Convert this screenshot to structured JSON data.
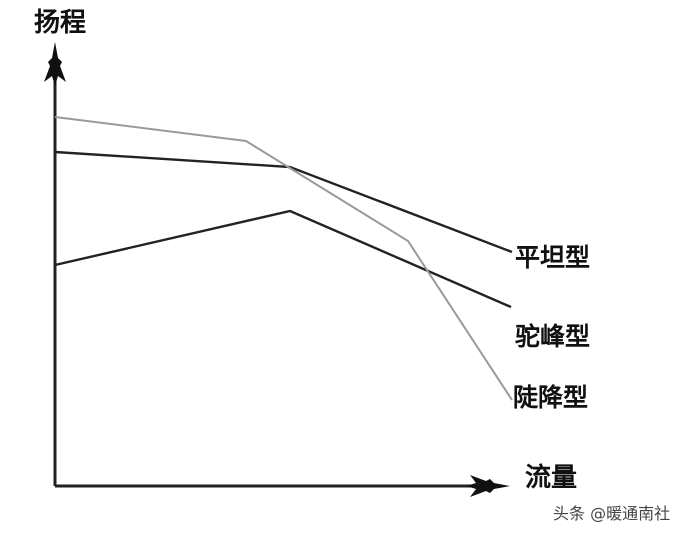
{
  "diagram": {
    "y_axis_label": "扬程",
    "x_axis_label": "流量",
    "watermark": "头条 @暖通南社",
    "curves": [
      {
        "name": "平坦型",
        "color": "#222222",
        "points": [
          [
            55,
            152
          ],
          [
            290,
            167
          ],
          [
            512,
            252
          ]
        ]
      },
      {
        "name": "驼峰型",
        "color": "#222222",
        "points": [
          [
            55,
            265
          ],
          [
            290,
            211
          ],
          [
            511,
            307
          ]
        ]
      },
      {
        "name": "陡降型",
        "color": "#9a9a9a",
        "points": [
          [
            55,
            117
          ],
          [
            246,
            141
          ],
          [
            408,
            241
          ],
          [
            512,
            400
          ]
        ]
      }
    ]
  },
  "chart_data": {
    "type": "line",
    "title": "",
    "xlabel": "流量",
    "ylabel": "扬程",
    "grid": false,
    "legend_position": "inline-right",
    "series": [
      {
        "name": "平坦型",
        "x": [
          0,
          0.51,
          1.0
        ],
        "y": [
          0.9,
          0.85,
          0.63
        ]
      },
      {
        "name": "驼峰型",
        "x": [
          0,
          0.51,
          1.0
        ],
        "y": [
          0.6,
          0.74,
          0.49
        ]
      },
      {
        "name": "陡降型",
        "x": [
          0,
          0.42,
          0.77,
          1.0
        ],
        "y": [
          0.99,
          0.93,
          0.66,
          0.23
        ]
      }
    ]
  }
}
